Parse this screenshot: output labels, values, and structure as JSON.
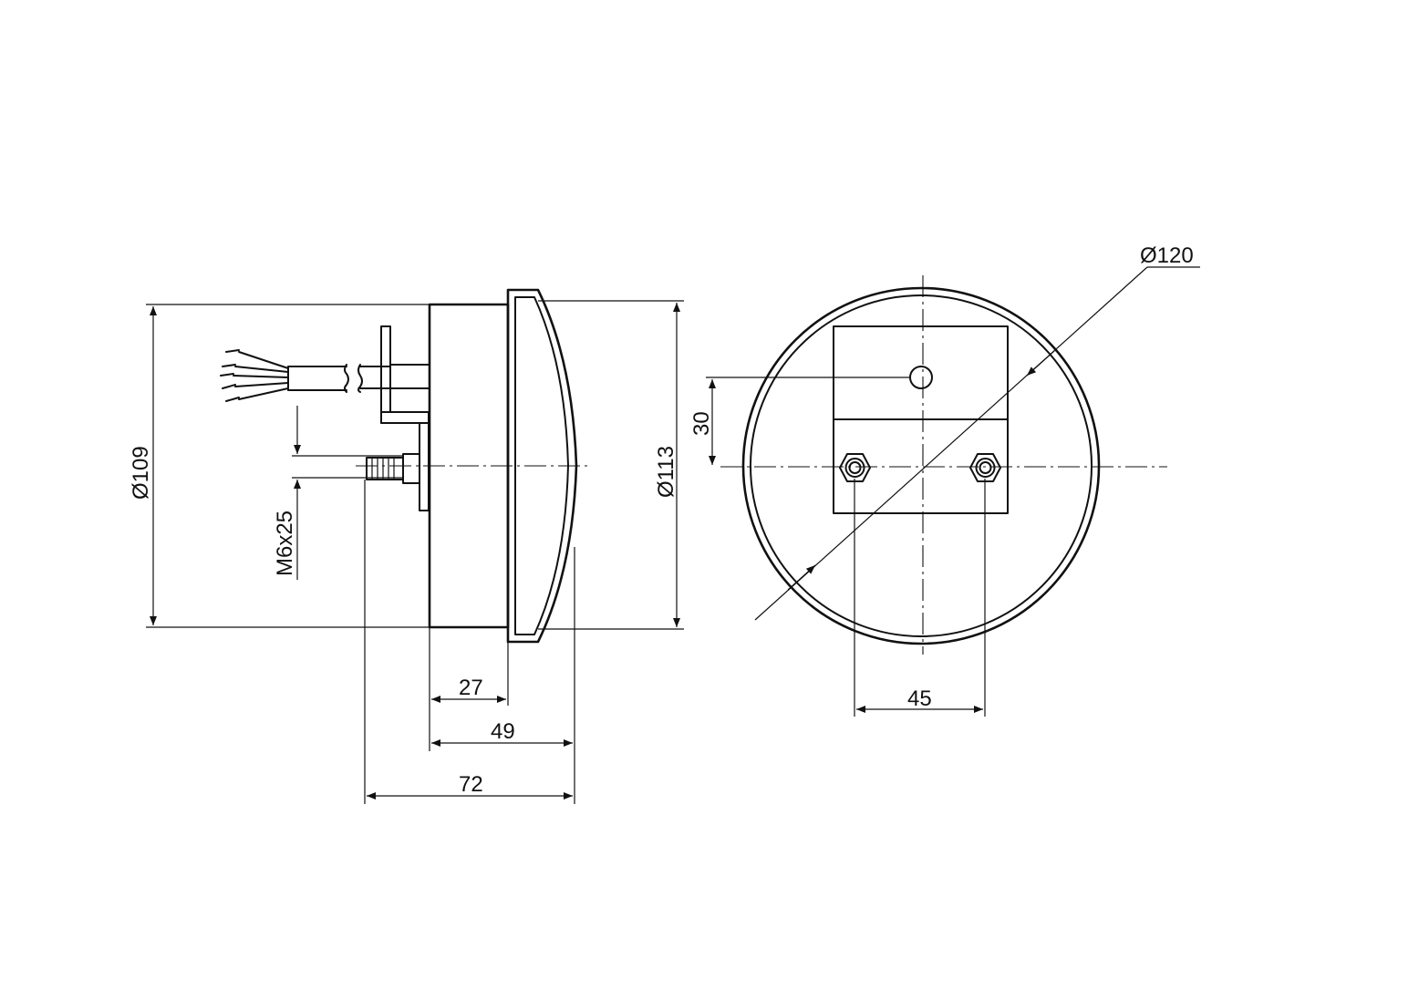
{
  "dimensions": {
    "d109": "Ø109",
    "d113": "Ø113",
    "d120": "Ø120",
    "thread": "M6x25",
    "vertical_30": "30",
    "horizontal_27": "27",
    "horizontal_49": "49",
    "horizontal_72": "72",
    "horizontal_45": "45"
  }
}
